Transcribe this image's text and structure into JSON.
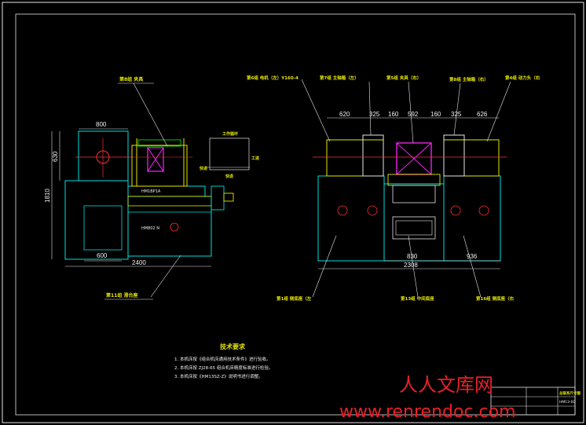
{
  "colors": {
    "background": "#000000",
    "frame": "#e6e6e6",
    "outline": "#00e0e0",
    "part": "#e6e600",
    "highlight": "#ff22ff",
    "centerline": "#ff3030",
    "green": "#00c800",
    "watermark": "#e8202a"
  },
  "left_view": {
    "callout_top": "第8组 夹具",
    "callout_bottom": "第11组 滑台座",
    "dim_width_top": "800",
    "dim_width_bottom": "600",
    "dim_total": "2400",
    "dim_height_upper": "630",
    "dim_height_total": "1810",
    "plate_label": "HM1BP1A",
    "sub_label": "HM802 N"
  },
  "detail_view": {
    "title": "工作循环",
    "label_left": "快进",
    "label_right": "工进",
    "label_bottom": "快退"
  },
  "right_view": {
    "callouts": {
      "c1": "第6组 电机（左）Y160-4",
      "c2": "第7组 主轴箱（左）",
      "c3": "第5组 夹具（右）",
      "c4": "第8组 主轴箱（右）",
      "c5": "第4组 动力头（右",
      "c6": "第1组 侧底座（左",
      "c7": "第13组 中间底座",
      "c8": "第16组 侧底座（右"
    },
    "dims": {
      "d620l": "620",
      "d325l": "325",
      "d160l": "160",
      "d592": "592",
      "d160r": "160",
      "d325r": "325",
      "d626r": "626",
      "d830": "830",
      "d936": "936",
      "d2308": "2308"
    }
  },
  "notes": {
    "title": "技术要求",
    "items": [
      "1. 本机床按《组合机床通用技术条件》进行验收。",
      "2. 本机床按 ZJ28-65 组合机床精度标准进行检验。",
      "3. 本机床按《HM13SZ-Z》说明书进行调整。"
    ]
  },
  "title_block": {
    "name": "总联系尺寸图",
    "code": "HM13-00"
  },
  "watermark": {
    "cn": "人人文库网",
    "url": "www.renrendoc.com"
  }
}
